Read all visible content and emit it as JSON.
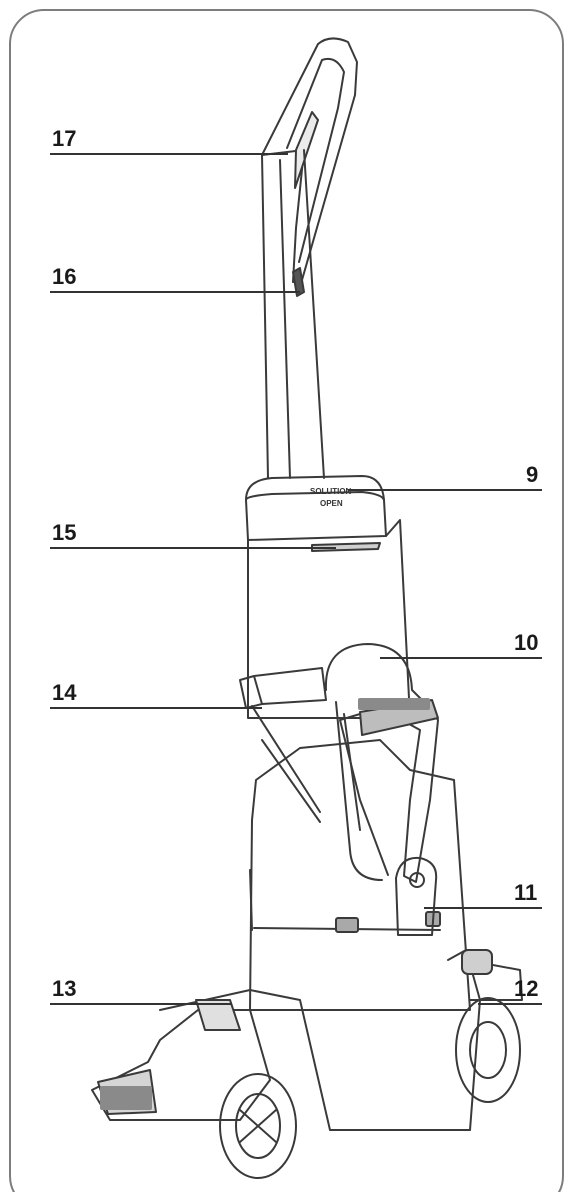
{
  "callouts": [
    "17",
    "16",
    "9",
    "15",
    "10",
    "14",
    "11",
    "13",
    "12"
  ],
  "printed_on_device": {
    "lid_text_1": "SOLUTION",
    "lid_text_2": "OPEN"
  }
}
